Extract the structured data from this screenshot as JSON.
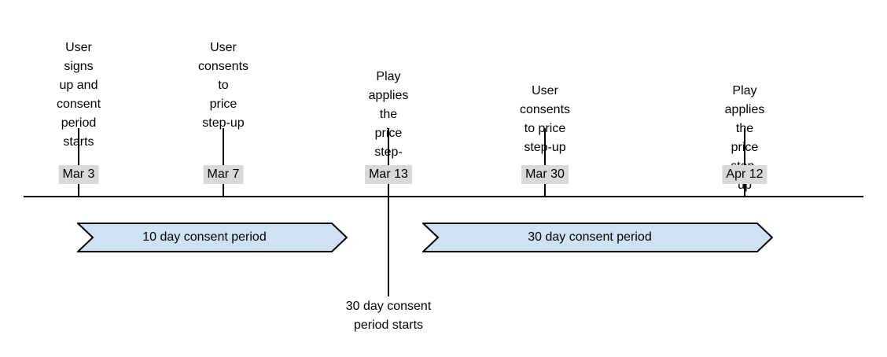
{
  "diagram": {
    "type": "timeline",
    "events": [
      {
        "date": "Mar 3",
        "label": "User signs\nup and\nconsent\nperiod starts"
      },
      {
        "date": "Mar 7",
        "label": "User\nconsents to\nprice\nstep-up"
      },
      {
        "date": "Mar 13",
        "label": "Play applies the\nprice step-up"
      },
      {
        "date": "Mar 30",
        "label": "User consents to price\nstep-up"
      },
      {
        "date": "Apr 12",
        "label": "Play applies the\nprice step-up"
      }
    ],
    "periods": [
      {
        "label": "10 day consent period"
      },
      {
        "label": "30 day consent period"
      }
    ],
    "annotation": "30 day consent\nperiod starts",
    "colors": {
      "period_fill": "#cfe2f3",
      "period_border": "#000000",
      "date_badge_bg": "#d9d9d9",
      "axis_line": "#000000",
      "text": "#000000"
    }
  }
}
